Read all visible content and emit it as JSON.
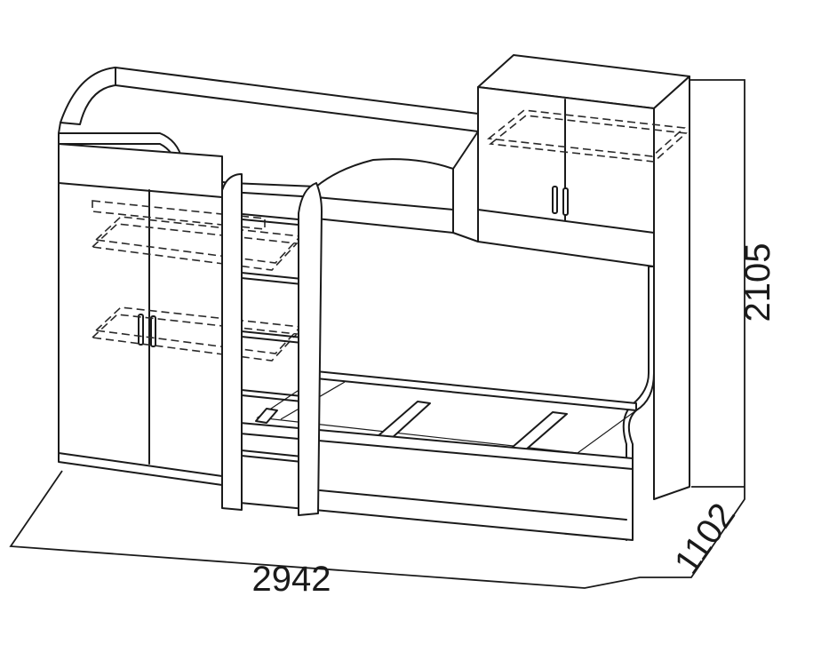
{
  "drawing": {
    "width_label": "2942",
    "depth_label": "1102",
    "height_label": "2105"
  },
  "colors": {
    "line": "#1a1a1a",
    "background": "#ffffff"
  }
}
